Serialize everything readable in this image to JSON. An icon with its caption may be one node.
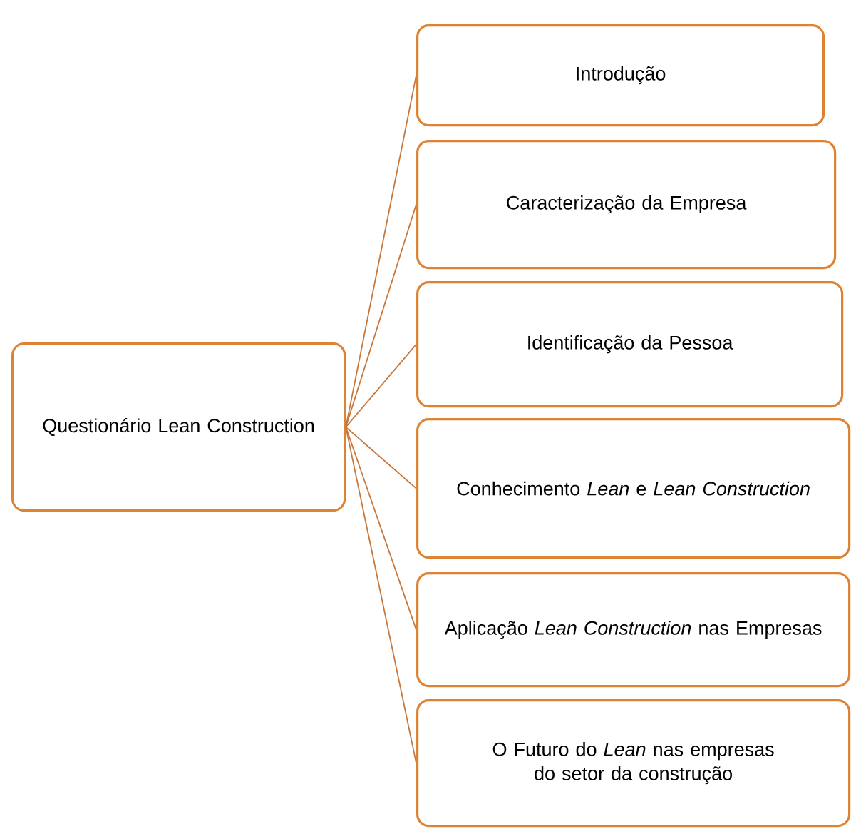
{
  "diagram": {
    "nodes": [
      {
        "text": [
          "Questionário Lean Construction"
        ]
      },
      {
        "text": [
          "Introdução"
        ]
      },
      {
        "text": [
          "Caracterização da Empresa"
        ]
      },
      {
        "text": [
          "Identificação da Pessoa"
        ]
      },
      {
        "text": [
          "Conhecimento *Lean* e *Lean Construction*"
        ]
      },
      {
        "text": [
          "Aplicação *Lean Construction* nas Empresas"
        ]
      },
      {
        "text": [
          "O Futuro do *Lean* nas empresas do setor da construção"
        ]
      }
    ],
    "edges": [
      {
        "from": 0,
        "to": 1,
        "arrow": "none"
      },
      {
        "from": 0,
        "to": 2,
        "arrow": "none"
      },
      {
        "from": 0,
        "to": 3,
        "arrow": "none"
      },
      {
        "from": 0,
        "to": 4,
        "arrow": "none"
      },
      {
        "from": 0,
        "to": 5,
        "arrow": "none"
      },
      {
        "from": 0,
        "to": 6,
        "arrow": "none"
      }
    ]
  }
}
